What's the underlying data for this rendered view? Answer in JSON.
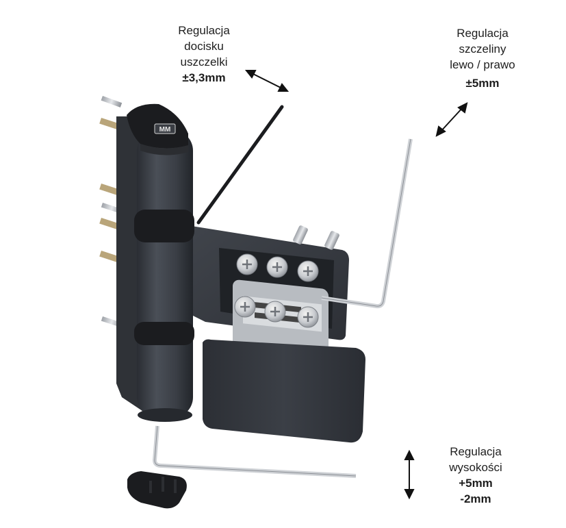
{
  "annotations": {
    "compression": {
      "lines": [
        "Regulacja",
        "docisku",
        "uszczelki"
      ],
      "value": "±3,3mm"
    },
    "gap": {
      "lines": [
        "Regulacja",
        "szczeliny",
        "lewo / prawo"
      ],
      "value": "±5mm"
    },
    "height": {
      "lines": [
        "Regulacja",
        "wysokości"
      ],
      "value_plus": "+5mm",
      "value_minus": "-2mm"
    }
  },
  "colors": {
    "body": "#3a3e45",
    "body_dark": "#26292e",
    "cap": "#1b1c1f",
    "metal": "#c9ccd0",
    "metal_dark": "#8b8f95",
    "gold": "#c7a867",
    "arrow": "#111111"
  },
  "logo": "MM"
}
